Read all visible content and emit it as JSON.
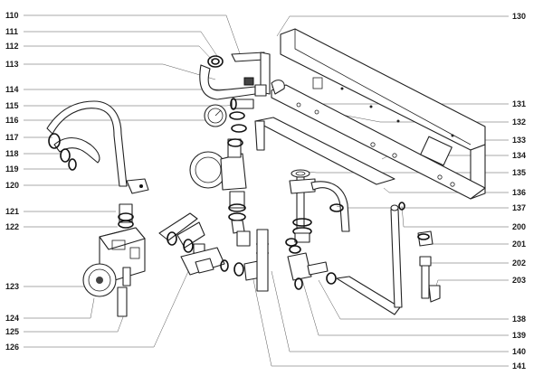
{
  "callouts_left": [
    {
      "id": "110",
      "label": "110"
    },
    {
      "id": "111",
      "label": "111"
    },
    {
      "id": "112",
      "label": "112"
    },
    {
      "id": "113",
      "label": "113"
    },
    {
      "id": "114",
      "label": "114"
    },
    {
      "id": "115",
      "label": "115"
    },
    {
      "id": "116",
      "label": "116"
    },
    {
      "id": "117",
      "label": "117"
    },
    {
      "id": "118",
      "label": "118"
    },
    {
      "id": "119",
      "label": "119"
    },
    {
      "id": "120",
      "label": "120"
    },
    {
      "id": "121",
      "label": "121"
    },
    {
      "id": "122",
      "label": "122"
    },
    {
      "id": "123",
      "label": "123"
    },
    {
      "id": "124",
      "label": "124"
    },
    {
      "id": "125",
      "label": "125"
    },
    {
      "id": "126",
      "label": "126"
    }
  ],
  "callouts_right": [
    {
      "id": "130",
      "label": "130"
    },
    {
      "id": "131",
      "label": "131"
    },
    {
      "id": "132",
      "label": "132"
    },
    {
      "id": "133",
      "label": "133"
    },
    {
      "id": "134",
      "label": "134"
    },
    {
      "id": "135",
      "label": "135"
    },
    {
      "id": "136",
      "label": "136"
    },
    {
      "id": "137",
      "label": "137"
    },
    {
      "id": "200",
      "label": "200"
    },
    {
      "id": "201",
      "label": "201"
    },
    {
      "id": "202",
      "label": "202"
    },
    {
      "id": "203",
      "label": "203"
    },
    {
      "id": "138",
      "label": "138"
    },
    {
      "id": "139",
      "label": "139"
    },
    {
      "id": "140",
      "label": "140"
    },
    {
      "id": "141",
      "label": "141"
    }
  ]
}
